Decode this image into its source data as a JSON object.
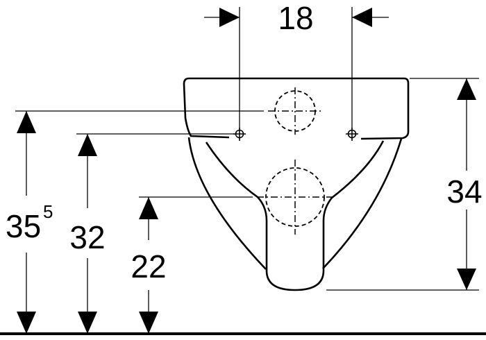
{
  "dimensions": {
    "top_spacing": "18",
    "right_height": "34",
    "inlet_height_base": "35",
    "inlet_height_sup": "5",
    "mount_height": "32",
    "outlet_height": "22"
  },
  "colors": {
    "line": "#000000",
    "background": "#ffffff"
  }
}
